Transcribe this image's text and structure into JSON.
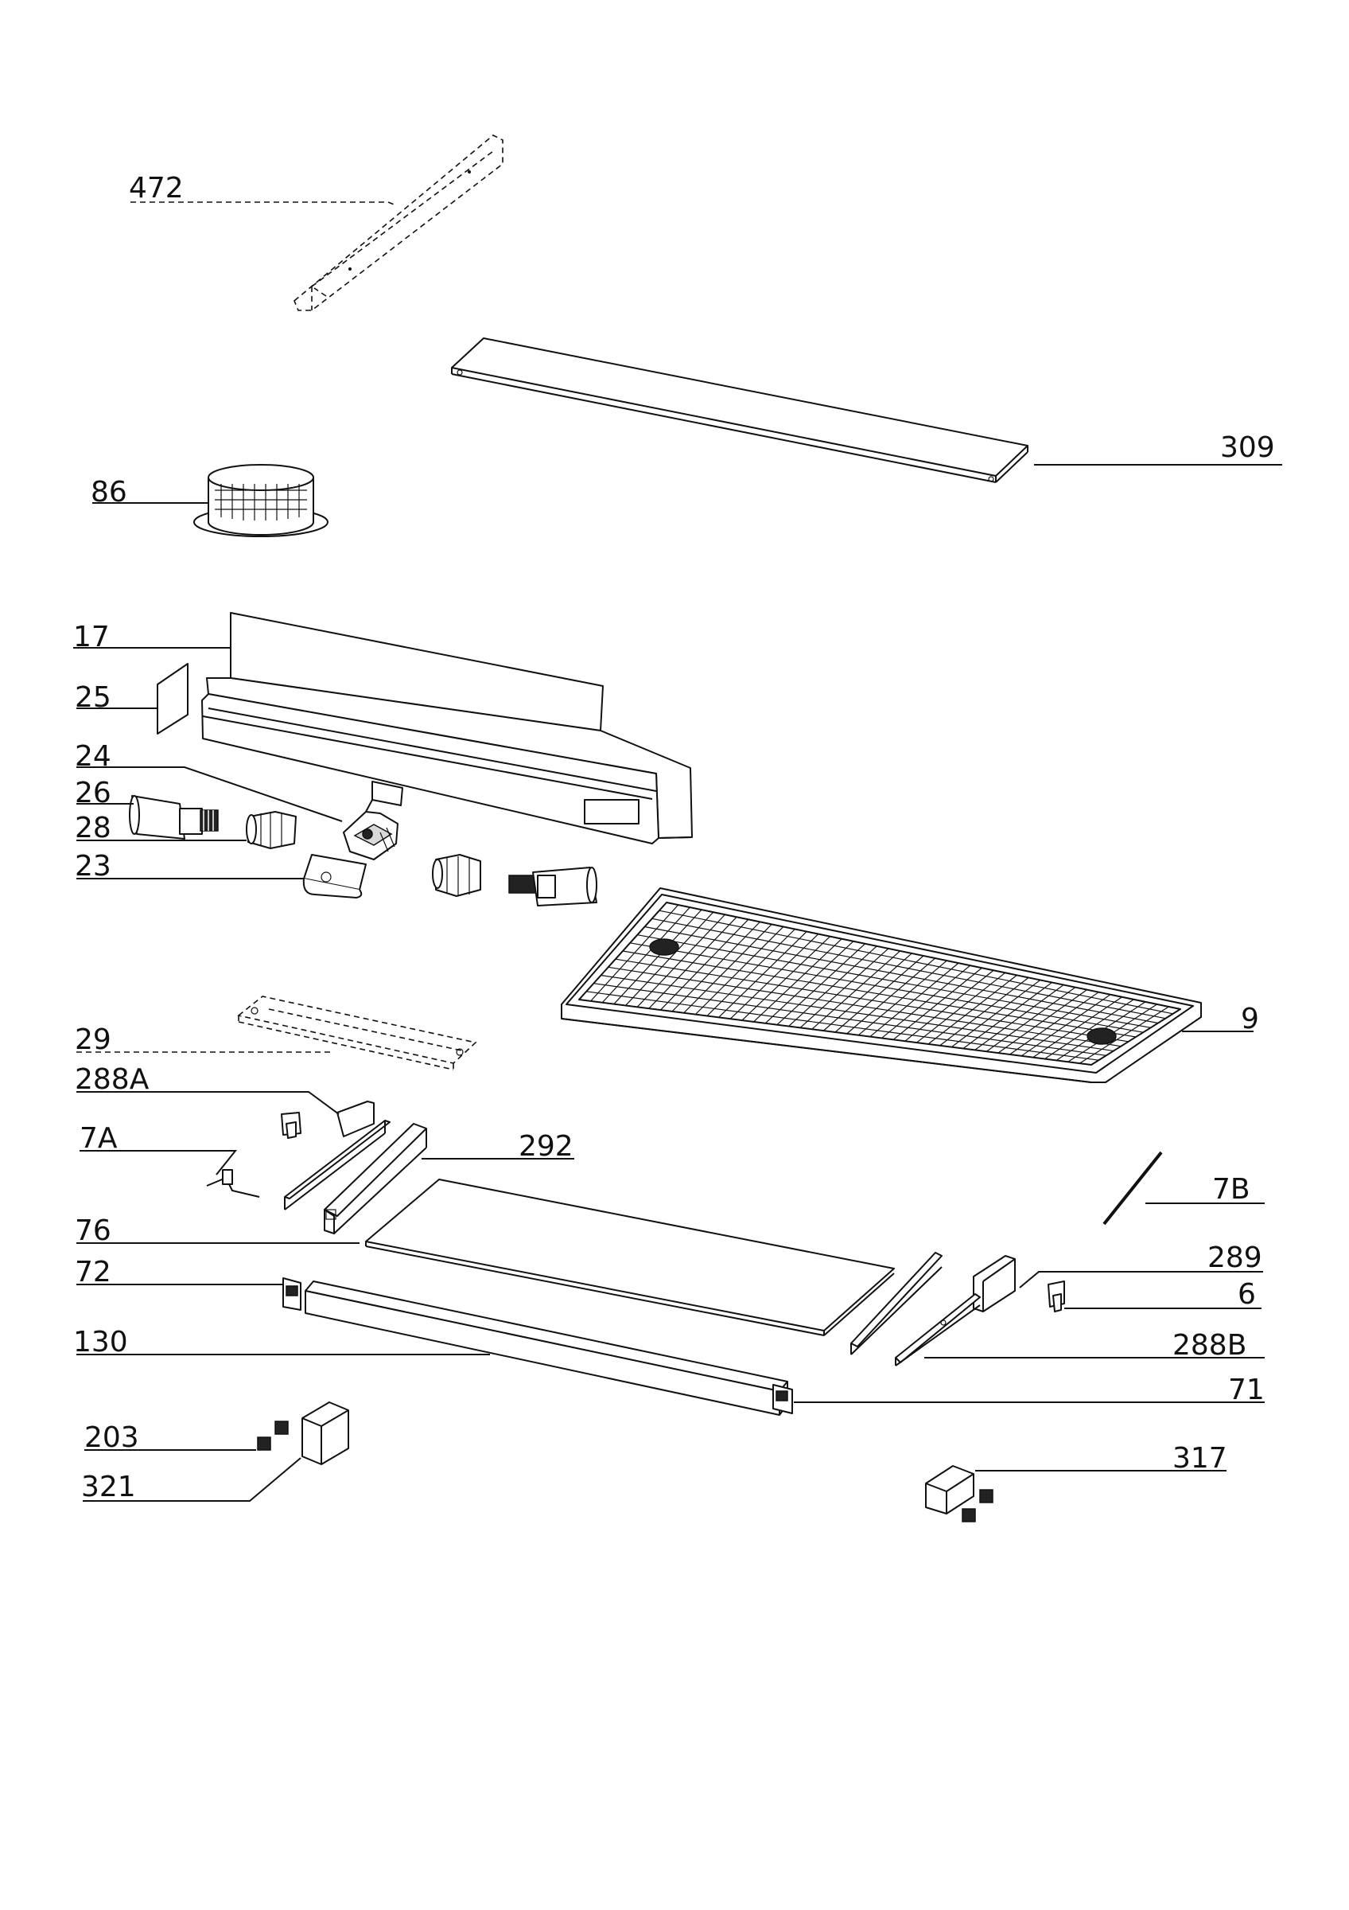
{
  "diagram": {
    "labels": {
      "p472": "472",
      "p309": "309",
      "p86": "86",
      "p17": "17",
      "p25": "25",
      "p24": "24",
      "p26": "26",
      "p28": "28",
      "p23": "23",
      "p9": "9",
      "p29": "29",
      "p288a": "288A",
      "p7a": "7A",
      "p292": "292",
      "p7b": "7B",
      "p76": "76",
      "p289": "289",
      "p72": "72",
      "p6": "6",
      "p130": "130",
      "p288b": "288B",
      "p71": "71",
      "p203": "203",
      "p317": "317",
      "p321": "321"
    }
  }
}
